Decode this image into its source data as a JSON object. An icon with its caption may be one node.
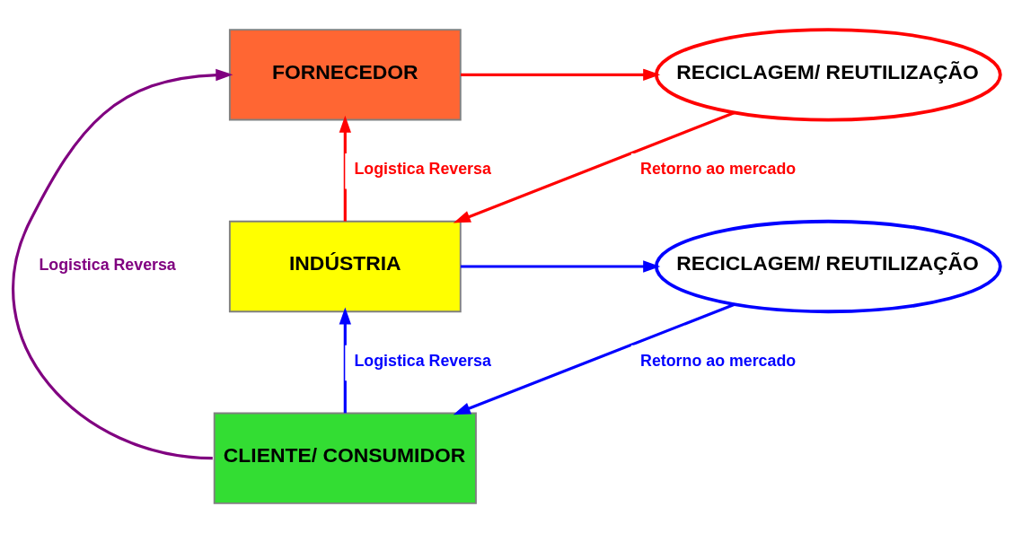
{
  "diagram": {
    "nodes": [
      {
        "text": [
          "FORNECEDOR"
        ]
      },
      {
        "text": [
          "RECICLAGEM/ REUTILIZAÇÃO"
        ]
      },
      {
        "text": [
          "INDÚSTRIA"
        ]
      },
      {
        "text": [
          "RECICLAGEM/ REUTILIZAÇÃO"
        ]
      },
      {
        "text": [
          "CLIENTE/ CONSUMIDOR"
        ]
      }
    ],
    "edges": [
      {
        "from": 0,
        "to": 1,
        "arrow": "to",
        "color": "#ff0000"
      },
      {
        "from": 1,
        "to": 2,
        "arrow": "to",
        "label": "Retorno ao mercado",
        "color": "#ff0000"
      },
      {
        "from": 2,
        "to": 0,
        "arrow": "to",
        "label": "Logistica Reversa",
        "color": "#ff0000"
      },
      {
        "from": 2,
        "to": 3,
        "arrow": "to",
        "color": "#0000ff"
      },
      {
        "from": 3,
        "to": 4,
        "arrow": "to",
        "label": "Retorno ao mercado",
        "color": "#0000ff"
      },
      {
        "from": 4,
        "to": 2,
        "arrow": "to",
        "label": "Logistica Reversa",
        "color": "#0000ff"
      },
      {
        "from": 4,
        "to": 0,
        "arrow": "to",
        "label": "Logistica Reversa",
        "color": "#800080"
      }
    ]
  }
}
